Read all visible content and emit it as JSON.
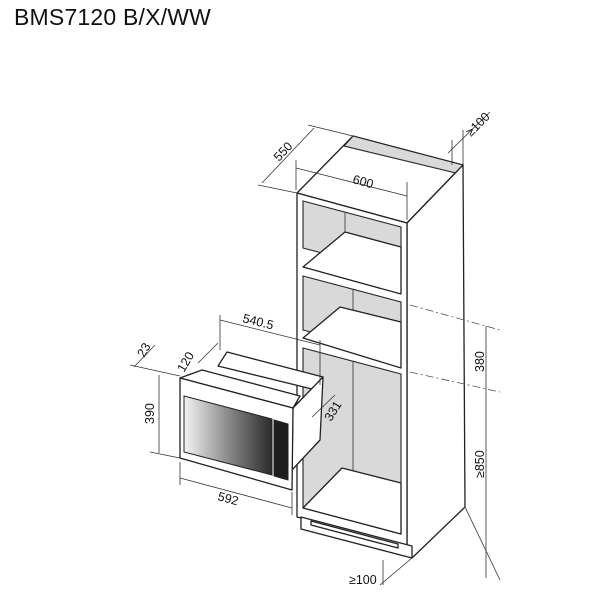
{
  "title": "BMS7120 B/X/WW",
  "dimensions": {
    "cabinet_depth": "550",
    "cabinet_width": "600",
    "rear_gap_top": "≥100",
    "niche_depth": "540.5",
    "frame_depth": "23",
    "frame_offset": "120",
    "appliance_height": "390",
    "side_depth": "331",
    "appliance_width": "592",
    "niche_height": "380",
    "floor_height": "≥850",
    "plinth_gap": "≥100"
  }
}
